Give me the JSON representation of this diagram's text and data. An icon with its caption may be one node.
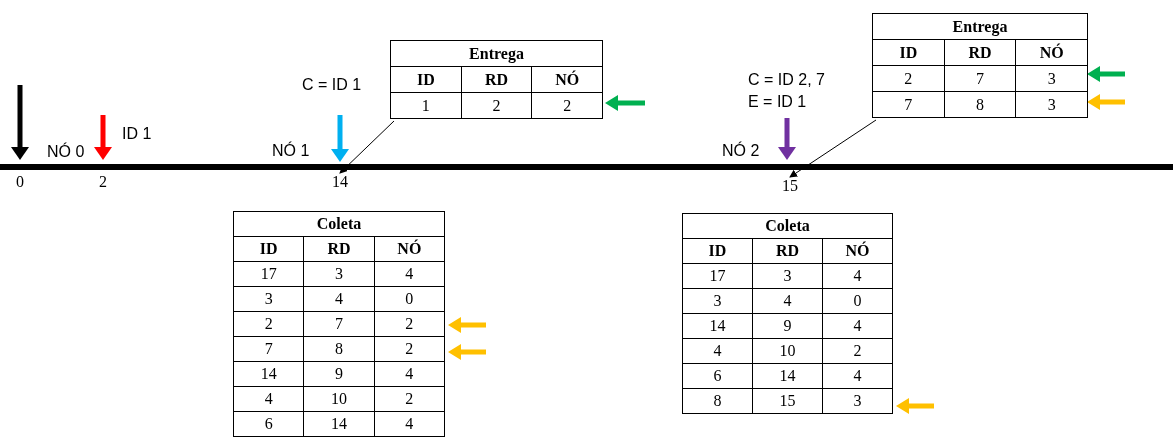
{
  "diagram": {
    "nodes": [
      {
        "text": [
          "Entrega"
        ]
      },
      {
        "text": [
          "Entrega"
        ]
      },
      {
        "text": [
          "14"
        ]
      },
      {
        "text": [
          "15"
        ]
      }
    ],
    "edges": [
      {
        "from": 0,
        "to": 2,
        "arrow": "to"
      },
      {
        "from": 1,
        "to": 3,
        "arrow": "to"
      }
    ],
    "labels": [
      "ID",
      "RD",
      "NÓ",
      "1",
      "2",
      "2",
      "C = ID 1",
      "ID",
      "RD",
      "NÓ",
      "2",
      "7",
      "3",
      "7",
      "8",
      "3",
      "C = ID 2, 7",
      "E = ID 1",
      "ID 1",
      "NÓ 0",
      "NÓ 1",
      "NÓ 2",
      "0",
      "2",
      "Coleta",
      "ID",
      "RD",
      "NÓ",
      "17",
      "3",
      "4",
      "3",
      "4",
      "0",
      "2",
      "7",
      "2",
      "7",
      "8",
      "2",
      "14",
      "9",
      "4",
      "4",
      "10",
      "2",
      "6",
      "14",
      "4",
      "Coleta",
      "ID",
      "RD",
      "NÓ",
      "17",
      "3",
      "4",
      "3",
      "4",
      "0",
      "14",
      "9",
      "4",
      "4",
      "10",
      "2",
      "6",
      "14",
      "4",
      "8",
      "15",
      "3"
    ]
  }
}
